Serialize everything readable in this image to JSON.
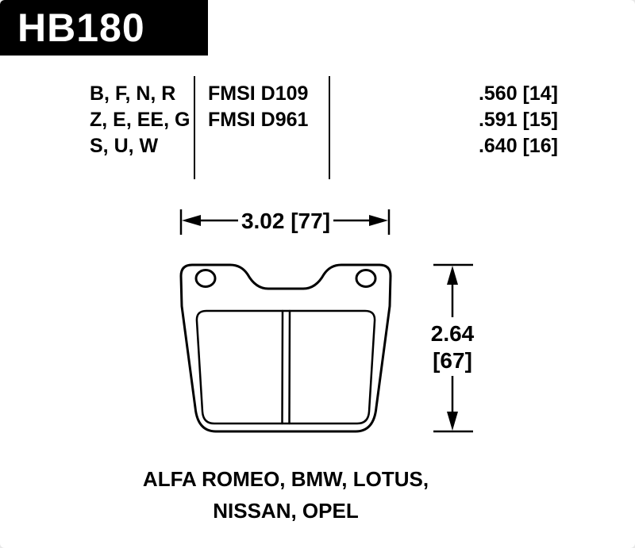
{
  "page": {
    "background_color": "#ffffff",
    "ink_color": "#000000"
  },
  "header": {
    "part_number": "HB180"
  },
  "spec_table": {
    "compounds": [
      "B, F, N, R",
      "Z, E, EE, G",
      "S, U, W"
    ],
    "fmsi": [
      "FMSI D109",
      "FMSI D961"
    ],
    "thicknesses": [
      ".560 [14]",
      ".591 [15]",
      ".640 [16]"
    ]
  },
  "dimensions": {
    "width_label": "3.02 [77]",
    "height_in": "2.64",
    "height_mm": "[67]"
  },
  "applications": {
    "line1": "ALFA ROMEO, BMW, LOTUS,",
    "line2": "NISSAN, OPEL"
  }
}
